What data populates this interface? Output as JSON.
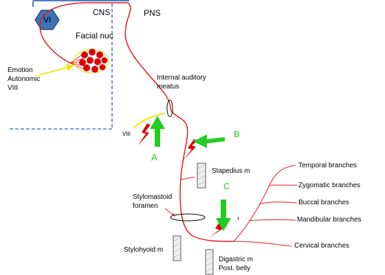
{
  "regions": {
    "cns": "CNS",
    "pns": "PNS"
  },
  "nuclei": {
    "vi": "VI",
    "facial": "Facial nuc"
  },
  "inputs": {
    "line1": "Emotion",
    "line2": "Autonomic",
    "line3": "VIII"
  },
  "canal": {
    "meatus_line1": "Internal auditory",
    "meatus_line2": "meatus",
    "viii": "VIII",
    "foramen_line1": "Stylomastoid",
    "foramen_line2": "foramen"
  },
  "muscles": {
    "stapedius": "Stapedius m",
    "stylohyoid": "Stylohyoid m",
    "digastric_line1": "Digastric m",
    "digastric_line2": "Post. belly"
  },
  "branches": [
    "Temporal branches",
    "Zygomatic branches",
    "Buccal branches",
    "Mandibular branches",
    "Cervical branches"
  ],
  "lesions": {
    "a": "A",
    "b": "B",
    "c": "C"
  },
  "colors": {
    "nerve": "#e21a1a",
    "arrow": "#22cc22",
    "boundary": "#4a7cc4",
    "vi_fill": "#3d74b5",
    "input_arrow": "#f2e600"
  }
}
